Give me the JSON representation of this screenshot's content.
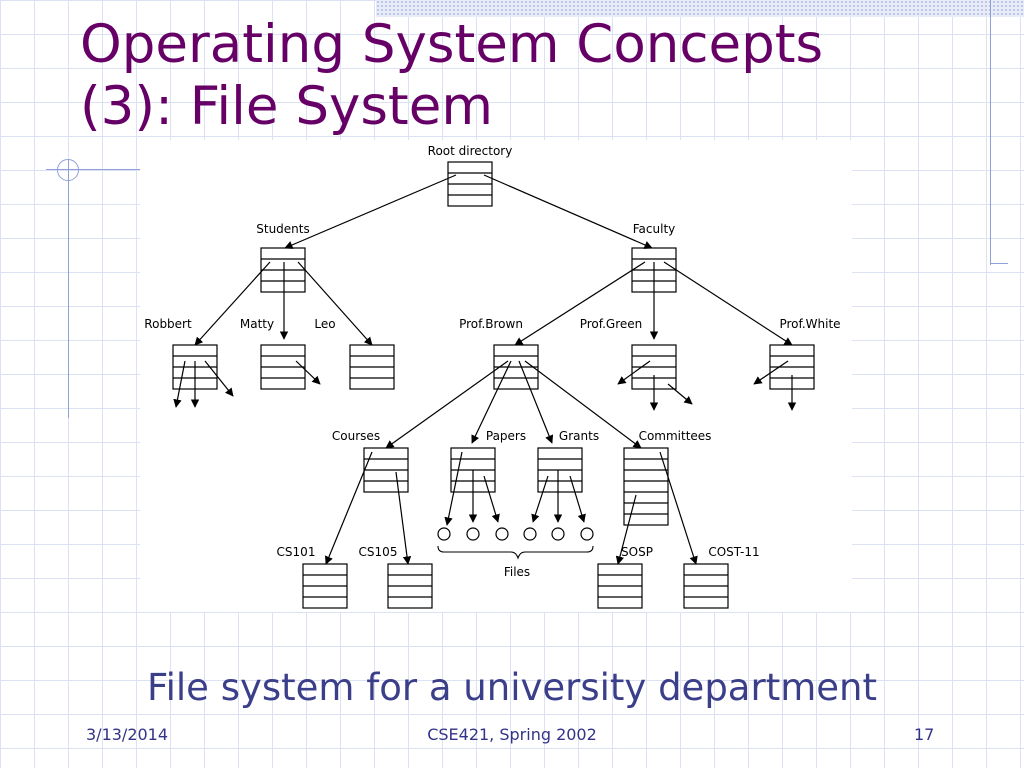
{
  "slide": {
    "title_line1": "Operating System Concepts",
    "title_line2": "(3): File System",
    "caption": "File system for a university department",
    "footer_date": "3/13/2014",
    "footer_course": "CSE421, Spring 2002",
    "footer_page": "17"
  },
  "diagram": {
    "labels": {
      "root": "Root directory",
      "students": "Students",
      "faculty": "Faculty",
      "robbert": "Robbert",
      "matty": "Matty",
      "leo": "Leo",
      "prof_brown": "Prof.Brown",
      "prof_green": "Prof.Green",
      "prof_white": "Prof.White",
      "courses": "Courses",
      "papers": "Papers",
      "grants": "Grants",
      "committees": "Committees",
      "cs101": "CS101",
      "cs105": "CS105",
      "files": "Files",
      "sosp": "SOSP",
      "cost11": "COST-11"
    }
  }
}
